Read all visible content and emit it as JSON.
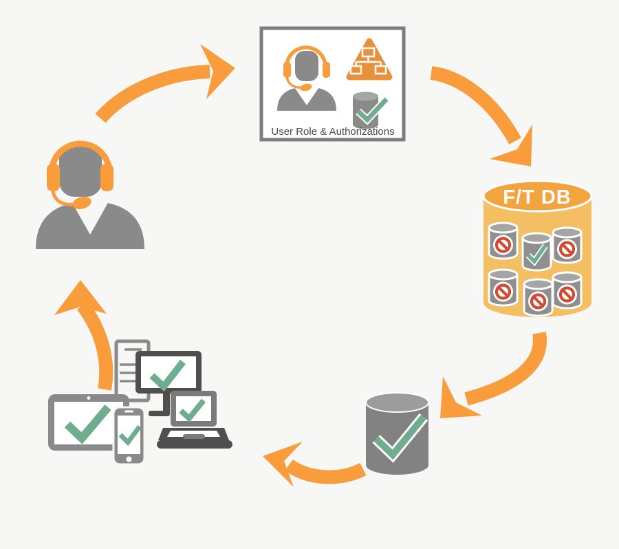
{
  "colors": {
    "background": "#F7F7F6",
    "arrow_orange": "#F89C3C",
    "triangle_orange": "#E8913C",
    "ftdb_top": "#F4A43F",
    "ftdb_body": "#F4BE63",
    "gray_medium": "#8A8A8A",
    "gray_dark": "#4F4F4F",
    "gray_laptop": "#7B7B7B",
    "cyl_body": "#8F8F8F",
    "cyl_top": "#A5A5A5",
    "db_body": "#828282",
    "db_top": "#9C9C9C",
    "green_check": "#6FAD8E",
    "red_block": "#D14A31",
    "box_border": "#7D7D7D",
    "label_text": "#4A4A4A",
    "white": "#FFFFFF"
  },
  "nodes": {
    "support_agent": {
      "icon": "headset-agent-icon"
    },
    "user_role_box": {
      "label": "User Role & Authorizations",
      "icons": [
        "headset-agent-icon",
        "org-chart-triangle-icon",
        "approved-database-icon"
      ]
    },
    "ft_db": {
      "label": "F/T DB",
      "icon": "orange-database-icon",
      "records": [
        "blocked",
        "approved",
        "blocked",
        "blocked",
        "blocked",
        "blocked"
      ]
    },
    "approved_db": {
      "icon": "database-checkmark-icon"
    },
    "devices": {
      "icon": "multi-device-checkmark-icon",
      "items": [
        "server-tower",
        "desktop-monitor",
        "laptop",
        "tablet",
        "smartphone"
      ]
    }
  },
  "flow": {
    "direction": "clockwise",
    "sequence": [
      "support_agent",
      "user_role_box",
      "ft_db",
      "approved_db",
      "devices",
      "support_agent"
    ]
  }
}
